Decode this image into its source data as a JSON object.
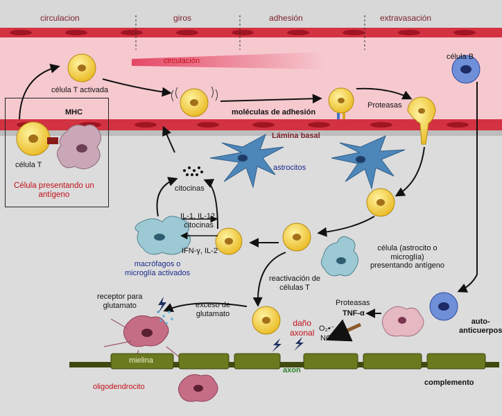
{
  "stages": [
    "circulacion",
    "giros",
    "adhesión",
    "extravasación"
  ],
  "vessel": {
    "flow_label": "circulación",
    "adhesion_molecules": "moléculas de adhesión",
    "proteases_top": "Proteasas",
    "basal_lamina": "Lámina basal"
  },
  "cells": {
    "activated_t": "célula T activada",
    "b_cell": "célula B",
    "astrocytes": "astrocitos",
    "cytokines": "citocinas",
    "interleukins": "IL-1, IL-12,\ncitocinas",
    "ifn": "IFN-γ, IL-2",
    "macrophages": "macrófagos o\nmicroglía activados",
    "apc_cns": "célula (astrocito o\nmicroglía)\npresentando antígeno",
    "reactivation": "reactivación de\ncélulas T",
    "receptor": "receptor para\nglutamato",
    "excess": "exceso de\nglutamato",
    "axon_damage": "daño\naxonal",
    "proteases_bottom": "Proteasas",
    "tnf": "TNF-α",
    "o2": "O₂•⁻",
    "no": "NO•",
    "autoantibodies": "auto-\nanticuerpos",
    "myelin": "mielina",
    "axon": "axon",
    "complement": "complemento",
    "oligodendrocyte": "oligodendrocito"
  },
  "inset": {
    "mhc": "MHC",
    "t_cell": "célula T",
    "apc": "Célula presentando un\nantígeno"
  },
  "colors": {
    "vessel": "#f6c9cf",
    "endothelium": "#c8202e",
    "t_cell": "#f3d34a",
    "astro": "#4d86b8",
    "macro": "#9cc9d3",
    "b_cell": "#5b79c9",
    "oligo": "#c66d86",
    "myelin": "#6b7a1e",
    "arrow": "#111111"
  }
}
